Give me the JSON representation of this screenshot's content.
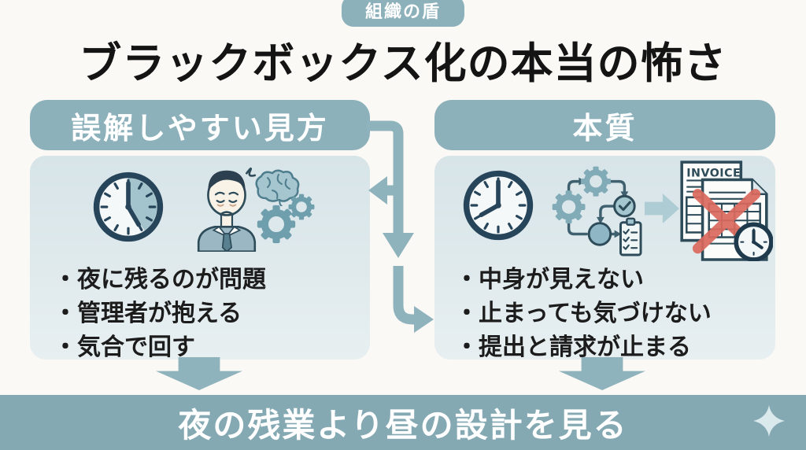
{
  "badge": {
    "label": "組織の盾"
  },
  "title": "ブラックボックス化の本当の怖さ",
  "panels": {
    "left": {
      "header": "誤解しやすい見方",
      "bullets": [
        "・夜に残るのが問題",
        "・管理者が抱える",
        "・気合で回す"
      ],
      "icons": [
        "overtime-clock-icon",
        "tired-worker-icon",
        "brain-icon",
        "gears-icon"
      ]
    },
    "right": {
      "header": "本質",
      "bullets": [
        "・中身が見えない",
        "・止まっても気づけない",
        "・提出と請求が止まる"
      ],
      "icons": [
        "wall-clock-icon",
        "process-flow-icon",
        "arrow-right-icon",
        "blocked-invoice-icon",
        "deadline-clock-icon"
      ]
    }
  },
  "invoice_label": "INVOICE",
  "footer": {
    "message": "夜の残業より昼の設計を見る",
    "icon": "sparkle-icon"
  },
  "colors": {
    "teal_header": "#8cb1bb",
    "teal_band": "#84a9b3",
    "teal_arrow": "#8fb3bc",
    "panel_bg_top": "#d7e4e8",
    "panel_bg_bottom": "#e7eff1",
    "icon_dark": "#2d4b59",
    "alert_red": "#db695d",
    "background": "#faf9f5",
    "text": "#1c1c1c"
  }
}
